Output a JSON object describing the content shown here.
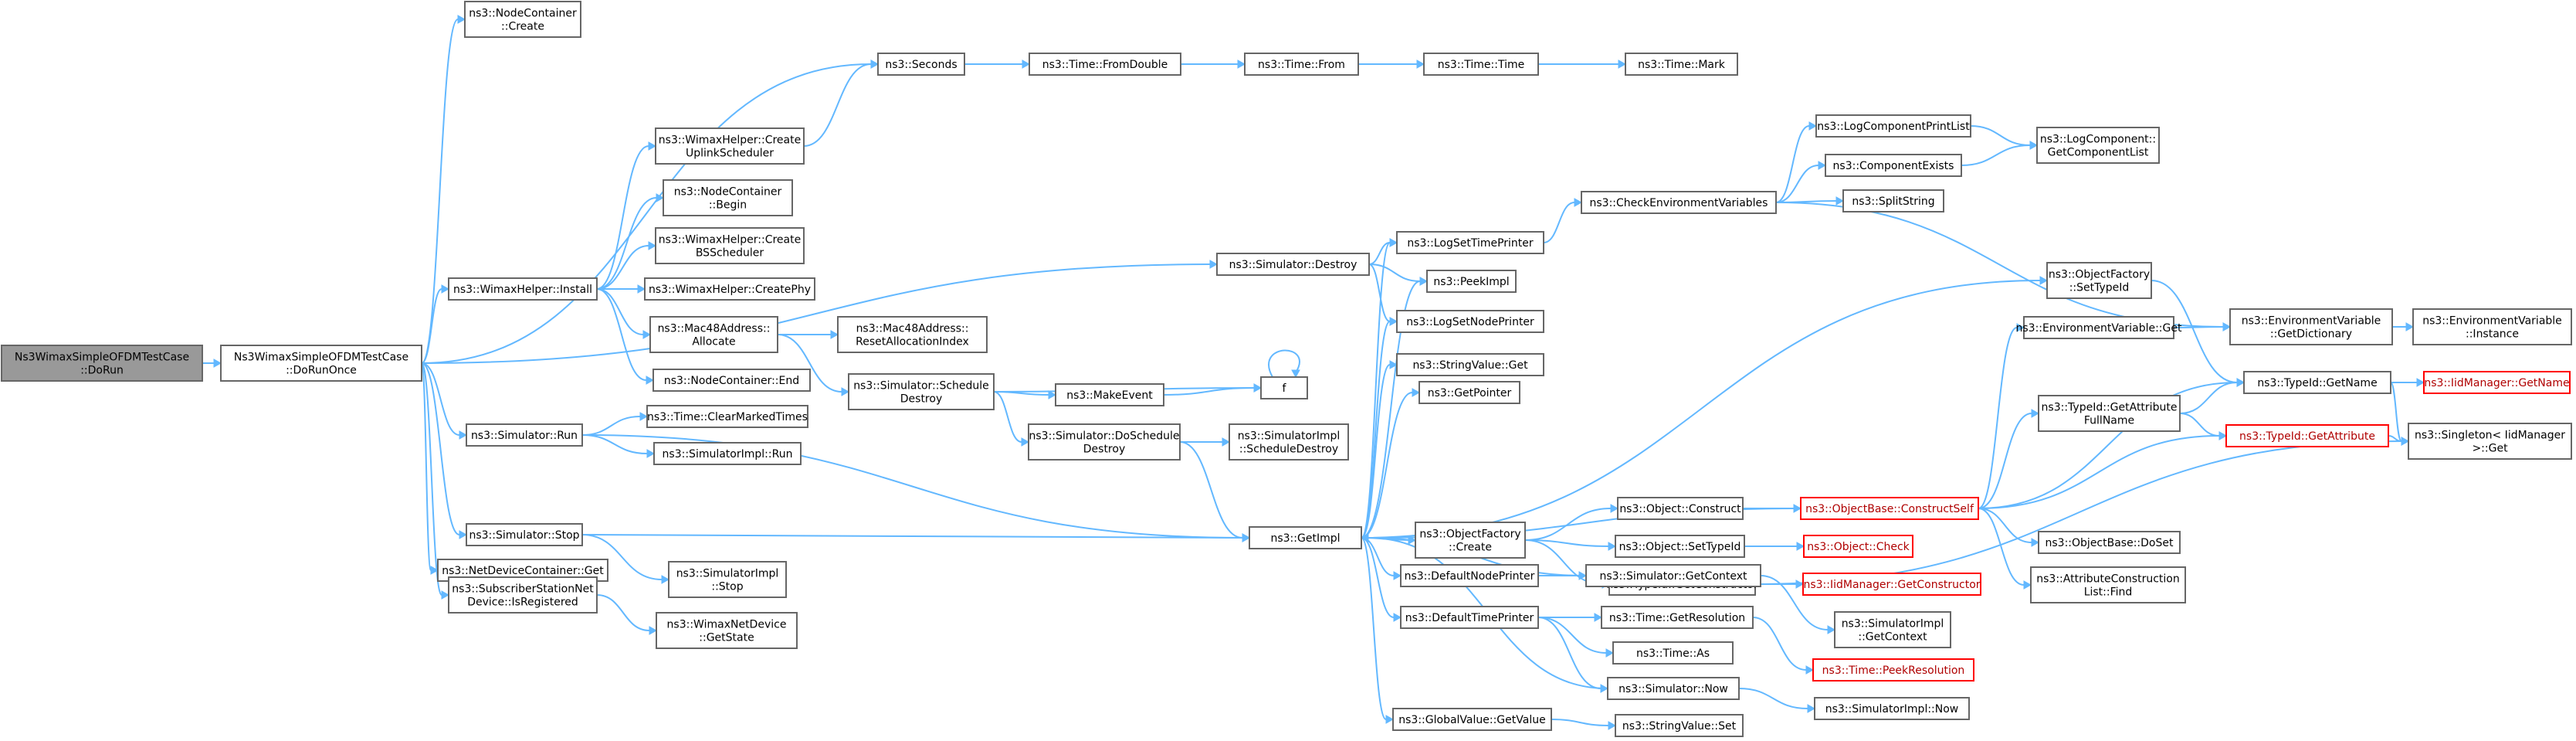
{
  "colors": {
    "edge": "#63b8ff",
    "root_fill": "#999999",
    "border": "#666666",
    "truncated_border": "#ff0000",
    "truncated_text": "#b00000"
  },
  "nodes": {
    "root": [
      "Ns3WimaxSimpleOFDMTestCase",
      "::DoRun"
    ],
    "dorunonce": [
      "Ns3WimaxSimpleOFDMTestCase",
      "::DoRunOnce"
    ],
    "nc_create": [
      "ns3::NodeContainer",
      "::Create"
    ],
    "seconds": [
      "ns3::Seconds"
    ],
    "fromdouble": [
      "ns3::Time::FromDouble"
    ],
    "from": [
      "ns3::Time::From"
    ],
    "time": [
      "ns3::Time::Time"
    ],
    "mark": [
      "ns3::Time::Mark"
    ],
    "wh_ul": [
      "ns3::WimaxHelper::Create",
      "UplinkScheduler"
    ],
    "nc_begin": [
      "ns3::NodeContainer",
      "::Begin"
    ],
    "wh_bs": [
      "ns3::WimaxHelper::Create",
      "BSScheduler"
    ],
    "wh_install": [
      "ns3::WimaxHelper::Install"
    ],
    "wh_phy": [
      "ns3::WimaxHelper::CreatePhy"
    ],
    "mac_alloc": [
      "ns3::Mac48Address::",
      "Allocate"
    ],
    "nc_end": [
      "ns3::NodeContainer::End"
    ],
    "mac_reset": [
      "ns3::Mac48Address::",
      "ResetAllocationIndex"
    ],
    "sim_run": [
      "ns3::Simulator::Run"
    ],
    "clear_marked": [
      "ns3::Time::ClearMarkedTimes"
    ],
    "simimpl_run": [
      "ns3::SimulatorImpl::Run"
    ],
    "sim_stop": [
      "ns3::Simulator::Stop"
    ],
    "ndc_get": [
      "ns3::NetDeviceContainer::Get"
    ],
    "ss_reg": [
      "ns3::SubscriberStationNet",
      "Device::IsRegistered"
    ],
    "simimpl_stop": [
      "ns3::SimulatorImpl",
      "::Stop"
    ],
    "wnd_state": [
      "ns3::WimaxNetDevice",
      "::GetState"
    ],
    "sim_destroy": [
      "ns3::Simulator::Destroy"
    ],
    "sched_destroy": [
      "ns3::Simulator::Schedule",
      "Destroy"
    ],
    "make_event": [
      "ns3::MakeEvent"
    ],
    "f": [
      "f"
    ],
    "do_sched_destroy": [
      "ns3::Simulator::DoSchedule",
      "Destroy"
    ],
    "simimpl_sched_destroy": [
      "ns3::SimulatorImpl",
      "::ScheduleDestroy"
    ],
    "getimpl": [
      "ns3::GetImpl"
    ],
    "log_time": [
      "ns3::LogSetTimePrinter"
    ],
    "peekimpl": [
      "ns3::PeekImpl"
    ],
    "log_node": [
      "ns3::LogSetNodePrinter"
    ],
    "strval_get": [
      "ns3::StringValue::Get"
    ],
    "getpointer": [
      "ns3::GetPointer"
    ],
    "of_create": [
      "ns3::ObjectFactory",
      "::Create"
    ],
    "def_node": [
      "ns3::DefaultNodePrinter"
    ],
    "def_time": [
      "ns3::DefaultTimePrinter"
    ],
    "gv_get": [
      "ns3::GlobalValue::GetValue"
    ],
    "check_env": [
      "ns3::CheckEnvironmentVariables"
    ],
    "lc_printlist": [
      "ns3::LogComponentPrintList"
    ],
    "lc_getlist": [
      "ns3::LogComponent::",
      "GetComponentList"
    ],
    "comp_exists": [
      "ns3::ComponentExists"
    ],
    "split_string": [
      "ns3::SplitString"
    ],
    "of_settypeid": [
      "ns3::ObjectFactory",
      "::SetTypeId"
    ],
    "env_get": [
      "ns3::EnvironmentVariable::Get"
    ],
    "env_dict": [
      "ns3::EnvironmentVariable",
      "::GetDictionary"
    ],
    "env_inst": [
      "ns3::EnvironmentVariable",
      "::Instance"
    ],
    "typeid_getname": [
      "ns3::TypeId::GetName"
    ],
    "iid_getname": [
      "ns3::IidManager::GetName"
    ],
    "typeid_attrfull": [
      "ns3::TypeId::GetAttribute",
      "FullName"
    ],
    "typeid_getattr": [
      "ns3::TypeId::GetAttribute"
    ],
    "singleton_get": [
      "ns3::Singleton< IidManager",
      ">::Get"
    ],
    "obj_construct": [
      "ns3::Object::Construct"
    ],
    "ob_construct_self": [
      "ns3::ObjectBase::ConstructSelf"
    ],
    "obj_settypeid": [
      "ns3::Object::SetTypeId"
    ],
    "obj_check": [
      "ns3::Object::Check"
    ],
    "ob_doset": [
      "ns3::ObjectBase::DoSet"
    ],
    "attr_find": [
      "ns3::AttributeConstruction",
      "List::Find"
    ],
    "typeid_getctor": [
      "ns3::TypeId::GetConstructor"
    ],
    "iid_getctor": [
      "ns3::IidManager::GetConstructor"
    ],
    "sim_getctx": [
      "ns3::Simulator::GetContext"
    ],
    "simimpl_getctx": [
      "ns3::SimulatorImpl",
      "::GetContext"
    ],
    "time_getres": [
      "ns3::Time::GetResolution"
    ],
    "time_peekres": [
      "ns3::Time::PeekResolution"
    ],
    "time_as": [
      "ns3::Time::As"
    ],
    "sim_now": [
      "ns3::Simulator::Now"
    ],
    "simimpl_now": [
      "ns3::SimulatorImpl::Now"
    ],
    "strval_set": [
      "ns3::StringValue::Set"
    ]
  }
}
